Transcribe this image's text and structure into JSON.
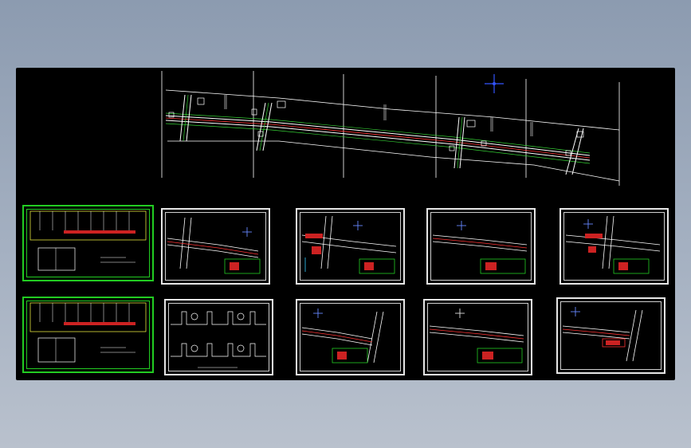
{
  "window": {
    "background_top": "#8c9bb0",
    "background_bottom": "#b9c1cd",
    "canvas_color": "#000000"
  },
  "drawing": {
    "main_plan": {
      "name": "road-plan-overview",
      "colors": {
        "road": "#ffffff",
        "centerline": "#ff3333",
        "edge": "#33cc33",
        "frame": "#ffffff"
      }
    },
    "sheets": [
      {
        "id": "s1",
        "kind": "green-table"
      },
      {
        "id": "s2",
        "kind": "intersection"
      },
      {
        "id": "s3",
        "kind": "intersection-red"
      },
      {
        "id": "s4",
        "kind": "road-segment"
      },
      {
        "id": "s5",
        "kind": "intersection-right"
      },
      {
        "id": "s6",
        "kind": "green-table"
      },
      {
        "id": "s7",
        "kind": "cross-sections"
      },
      {
        "id": "s8",
        "kind": "road-segment-junction"
      },
      {
        "id": "s9",
        "kind": "road-segment"
      },
      {
        "id": "s10",
        "kind": "road-segment-junction"
      }
    ],
    "icons": {
      "north": "north-arrow-icon",
      "compass": "crosshair-icon"
    }
  }
}
